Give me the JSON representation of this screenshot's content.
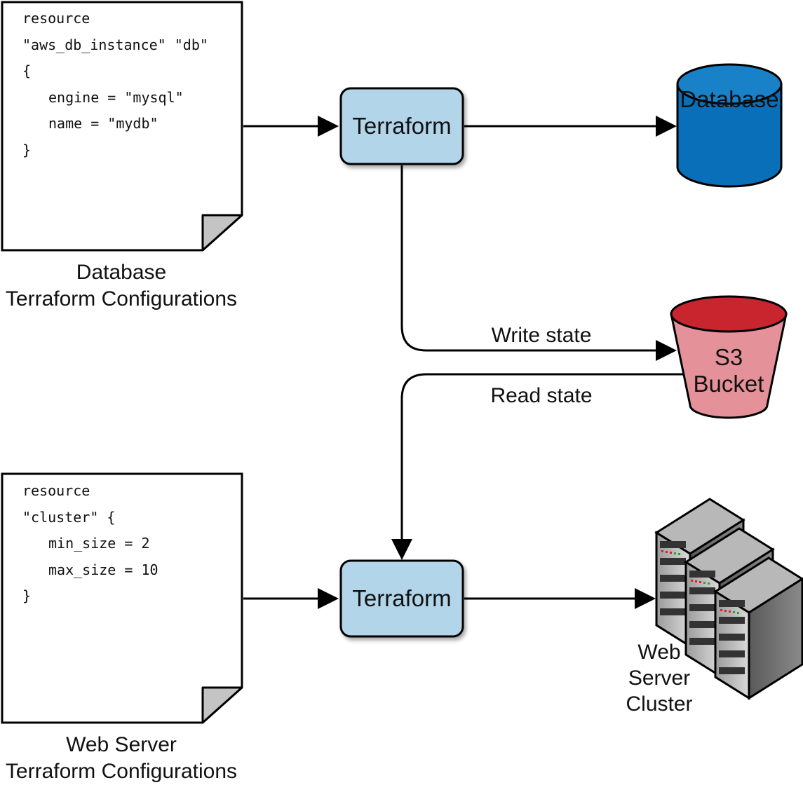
{
  "documents": {
    "db": {
      "code_lines": [
        "resource",
        "\"aws_db_instance\" \"db\"",
        "{",
        "engine = \"mysql\"",
        "name = \"mydb\"",
        "}"
      ],
      "caption_lines": [
        "Database",
        "Terraform Configurations"
      ]
    },
    "web": {
      "code_lines": [
        "resource",
        "\"cluster\" {",
        "min_size = 2",
        "max_size = 10",
        "}"
      ],
      "caption_lines": [
        "Web Server",
        "Terraform Configurations"
      ]
    }
  },
  "processes": {
    "top": {
      "label": "Terraform"
    },
    "bottom": {
      "label": "Terraform"
    }
  },
  "targets": {
    "database": {
      "label": "Database"
    },
    "s3": {
      "label_lines": [
        "S3",
        "Bucket"
      ]
    },
    "cluster": {
      "label_lines": [
        "Web",
        "Server",
        "Cluster"
      ]
    }
  },
  "connections": {
    "write_state": "Write state",
    "read_state": "Read state"
  },
  "colors": {
    "terraform_fill": "#b3d5ea",
    "database_fill": "#0a6fb9",
    "database_top": "#1881c8",
    "s3_fill": "#e4919a",
    "s3_top": "#c9252f",
    "doc_fold": "#c4c4c4"
  }
}
